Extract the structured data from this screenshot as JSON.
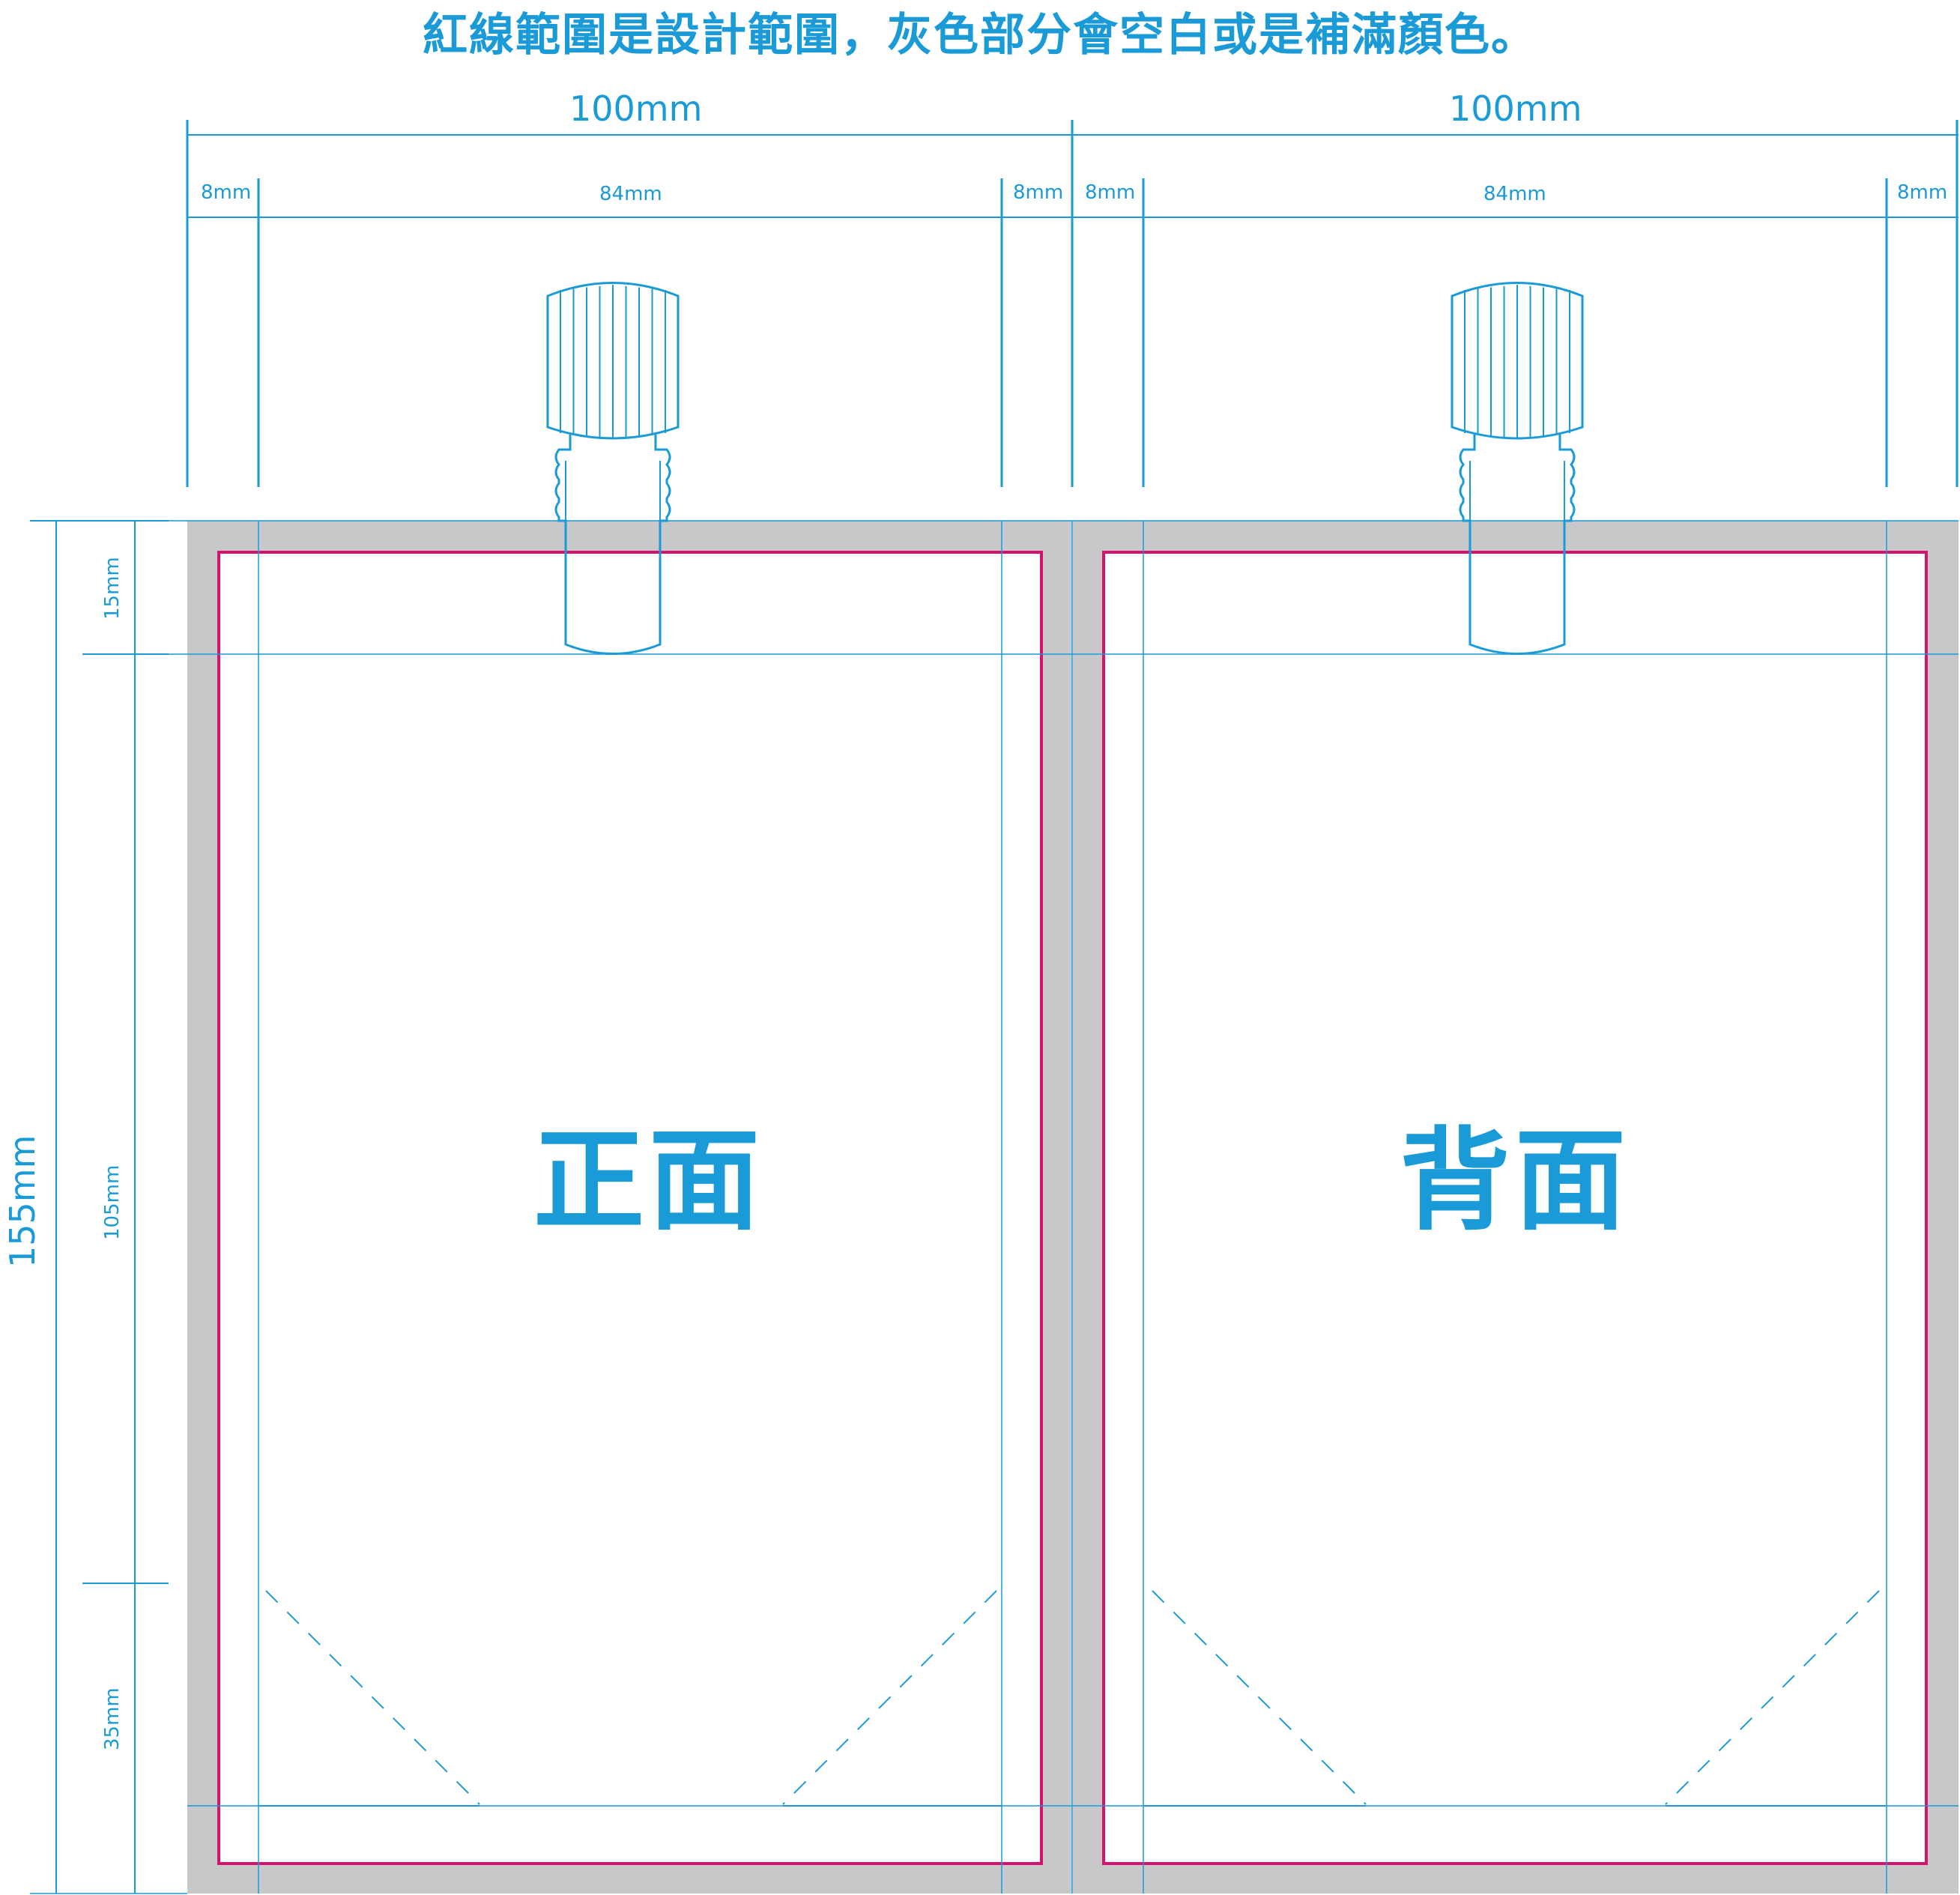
{
  "title": "紅線範圍是設計範圍，灰色部分會空白或是補滿顏色。",
  "panels": [
    {
      "label": "正面"
    },
    {
      "label": "背面"
    }
  ],
  "dimensions": {
    "panel_width": "100mm",
    "left_margin": "8mm",
    "inner_width": "84mm",
    "right_margin": "8mm",
    "total_height": "155mm",
    "top_section": "15mm",
    "middle_section": "105mm",
    "bottom_section": "35mm"
  },
  "colors": {
    "guide_blue": "#1a9ad6",
    "design_border_magenta": "#d4136f",
    "bleed_gray": "#c8c8ca"
  },
  "icons": [
    "spout-cap-icon"
  ]
}
